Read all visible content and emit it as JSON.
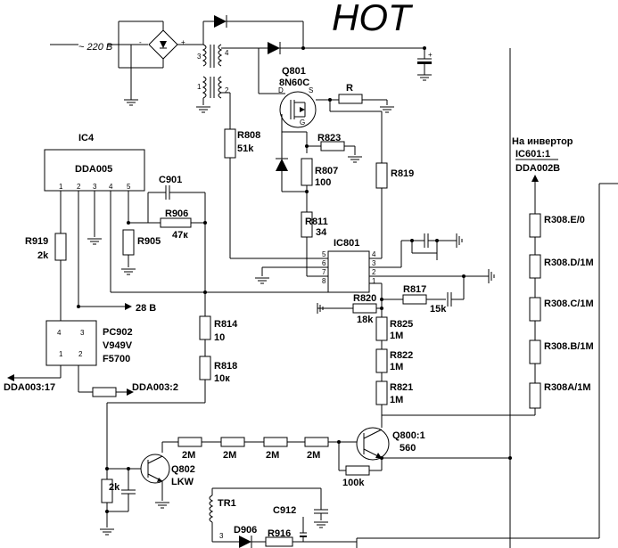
{
  "title": "HOT",
  "mains": "~ 220 В",
  "ic4": {
    "name": "IC4",
    "part": "DDA005",
    "pins": [
      "1",
      "2",
      "3",
      "4",
      "5"
    ]
  },
  "ic801": {
    "name": "IC801",
    "pins": [
      "5",
      "6",
      "7",
      "8",
      "4",
      "3",
      "2",
      "1"
    ]
  },
  "q801": {
    "name": "Q801",
    "part": "8N60C",
    "d": "D",
    "s": "S",
    "g": "G"
  },
  "pc902": {
    "name": "PC902",
    "part1": "V949V",
    "part2": "F5700",
    "pins": [
      "4",
      "3",
      "1",
      "2"
    ]
  },
  "q800": {
    "name": "Q800:1",
    "part": "560"
  },
  "q802": {
    "name": "Q802",
    "part": "LKW"
  },
  "tr1": "TR1",
  "transformer_pins": [
    "3",
    "4",
    "1",
    "2"
  ],
  "resistors": {
    "r": "R",
    "r808": "R808",
    "r808v": "51k",
    "r823": "R823",
    "r807": "R807",
    "r807v": "100",
    "r819": "R819",
    "r811": "R811",
    "r811v": "34",
    "r906": "R906",
    "r906v": "47к",
    "r905": "R905",
    "r919": "R919",
    "r919v": "2k",
    "r820": "R820",
    "r820v": "18k",
    "r817": "R817",
    "r817v": "15k",
    "r825": "R825",
    "r825v": "1M",
    "r822": "R822",
    "r822v": "1M",
    "r821": "R821",
    "r821v": "1M",
    "r814": "R814",
    "r814v": "10",
    "r818": "R818",
    "r818v": "10к",
    "r2m": "2M",
    "r100k": "100k",
    "r2k": "2k",
    "r916": "R916",
    "r308e": "R308.E/0",
    "r308d": "R308.D/1M",
    "r308c": "R308.C/1M",
    "r308b": "R308.B/1M",
    "r308a": "R308A/1M"
  },
  "caps": {
    "c901": "C901",
    "c912": "C912"
  },
  "diode_d906": "D906",
  "net_28v": "28 В",
  "net_dda003_17": "DDA003:17",
  "net_dda003_2": "DDA003:2",
  "inverter_label": "На инвертор",
  "inverter_ic": "IC601:1",
  "inverter_part": "DDA002B"
}
